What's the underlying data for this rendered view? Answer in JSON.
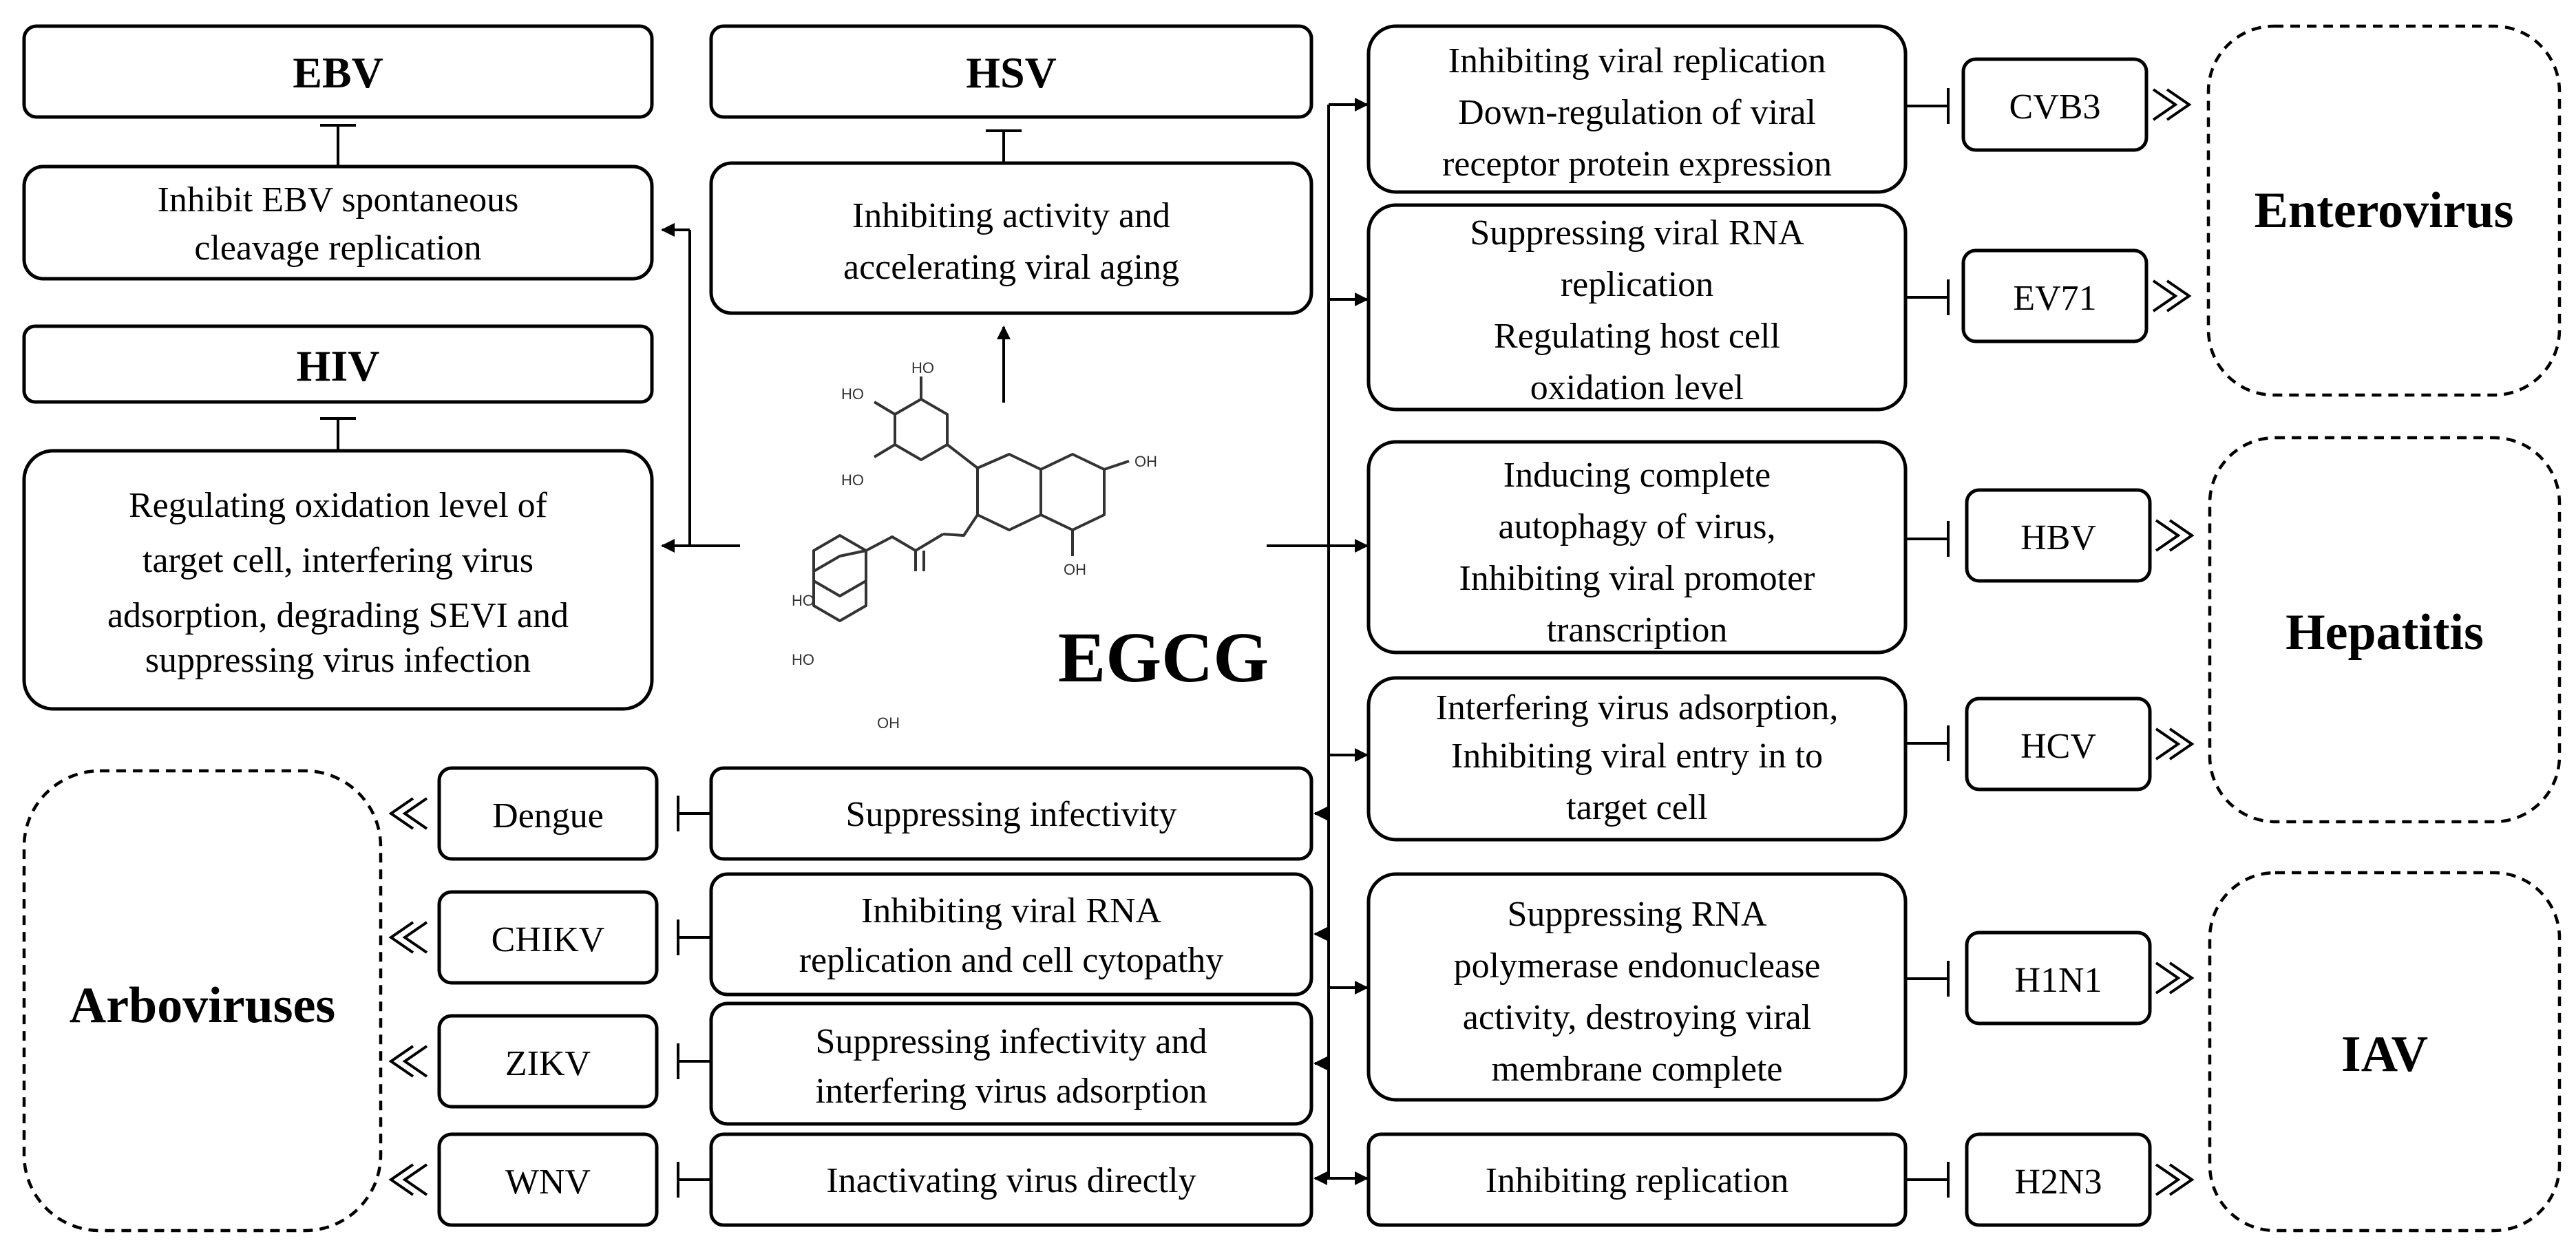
{
  "center": {
    "compound": "EGCG"
  },
  "molecule_labels": [
    "HO",
    "HO",
    "HO",
    "OH",
    "OH",
    "HO",
    "HO",
    "OH"
  ],
  "viruses": {
    "ebv": {
      "name": "EBV",
      "effect": [
        "Inhibit EBV spontaneous",
        "cleavage replication"
      ]
    },
    "hsv": {
      "name": "HSV",
      "effect": [
        "Inhibiting activity and",
        "accelerating viral aging"
      ]
    },
    "hiv": {
      "name": "HIV",
      "effect": [
        "Regulating oxidation level of",
        "target cell, interfering virus",
        "adsorption, degrading SEVI and",
        "suppressing virus infection"
      ]
    },
    "cvb3": {
      "name": "CVB3",
      "effect": [
        "Inhibiting viral replication",
        "Down-regulation of viral",
        "receptor protein expression"
      ]
    },
    "ev71": {
      "name": "EV71",
      "effect": [
        "Suppressing viral RNA",
        "replication",
        "Regulating host cell",
        "oxidation level"
      ]
    },
    "hbv": {
      "name": "HBV",
      "effect": [
        "Inducing complete",
        "autophagy of virus,",
        "Inhibiting viral promoter",
        "transcription"
      ]
    },
    "hcv": {
      "name": "HCV",
      "effect": [
        "Interfering virus adsorption,",
        "Inhibiting viral entry in to",
        "target cell"
      ]
    },
    "h1n1": {
      "name": "H1N1",
      "effect": [
        "Suppressing RNA",
        "polymerase endonuclease",
        "activity, destroying viral",
        "membrane complete"
      ]
    },
    "h2n3": {
      "name": "H2N3",
      "effect": [
        "Inhibiting replication"
      ]
    },
    "dengue": {
      "name": "Dengue",
      "effect": [
        "Suppressing infectivity"
      ]
    },
    "chikv": {
      "name": "CHIKV",
      "effect": [
        "Inhibiting viral RNA",
        "replication and cell cytopathy"
      ]
    },
    "zikv": {
      "name": "ZIKV",
      "effect": [
        "Suppressing infectivity and",
        "interfering virus adsorption"
      ]
    },
    "wnv": {
      "name": "WNV",
      "effect": [
        "Inactivating virus directly"
      ]
    }
  },
  "groups": {
    "enterovirus": "Enterovirus",
    "hepatitis": "Hepatitis",
    "iav": "IAV",
    "arboviruses": "Arboviruses"
  }
}
